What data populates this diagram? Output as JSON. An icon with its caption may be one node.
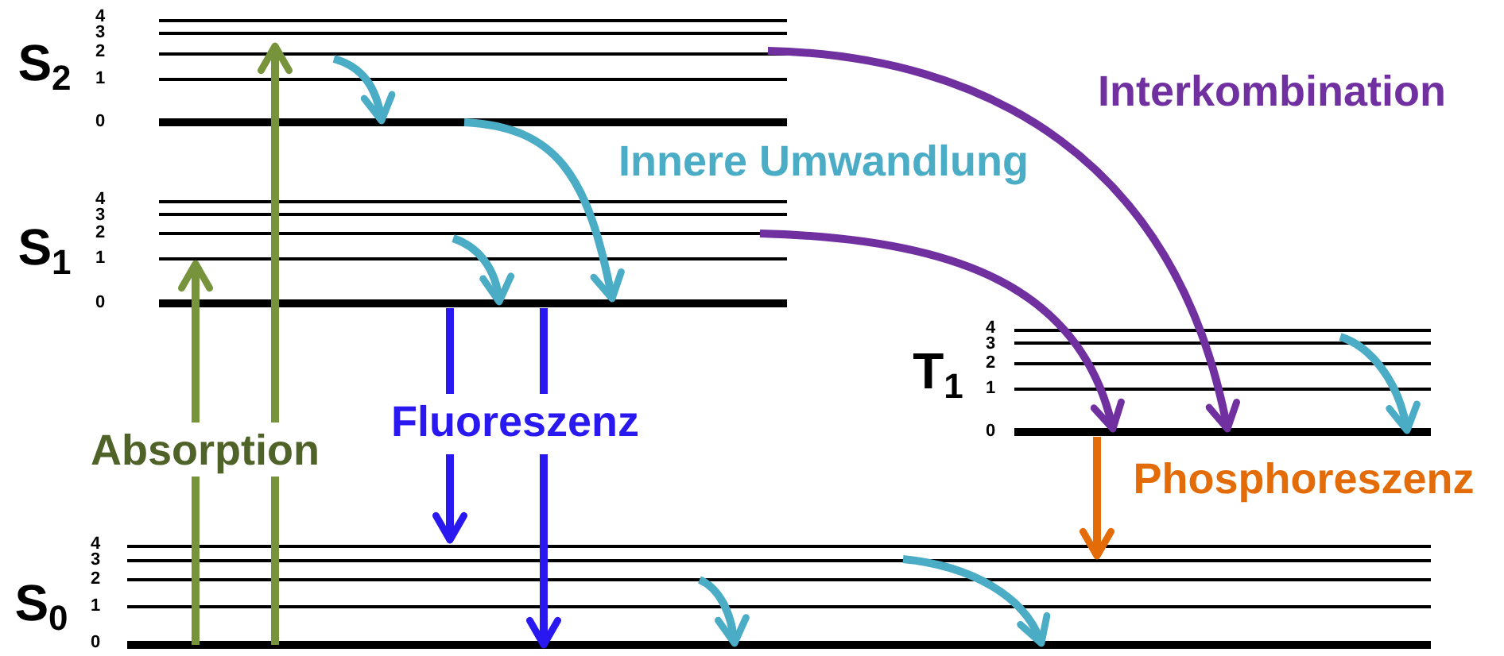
{
  "diagram": {
    "labels": [
      "4",
      "3",
      "2",
      "S$_{2}$",
      "1",
      "0",
      "Interkombination",
      "Innere Umwandlung",
      "4",
      "3",
      "2",
      "S$_{1}$",
      "1",
      "0",
      "4",
      "3",
      "2",
      "T$_{1}$",
      "1",
      "0",
      "Fluoreszenz",
      "Absorption",
      "Phosphoreszenz",
      "4",
      "3",
      "2",
      "S$_{0}$",
      "1",
      "0"
    ]
  }
}
